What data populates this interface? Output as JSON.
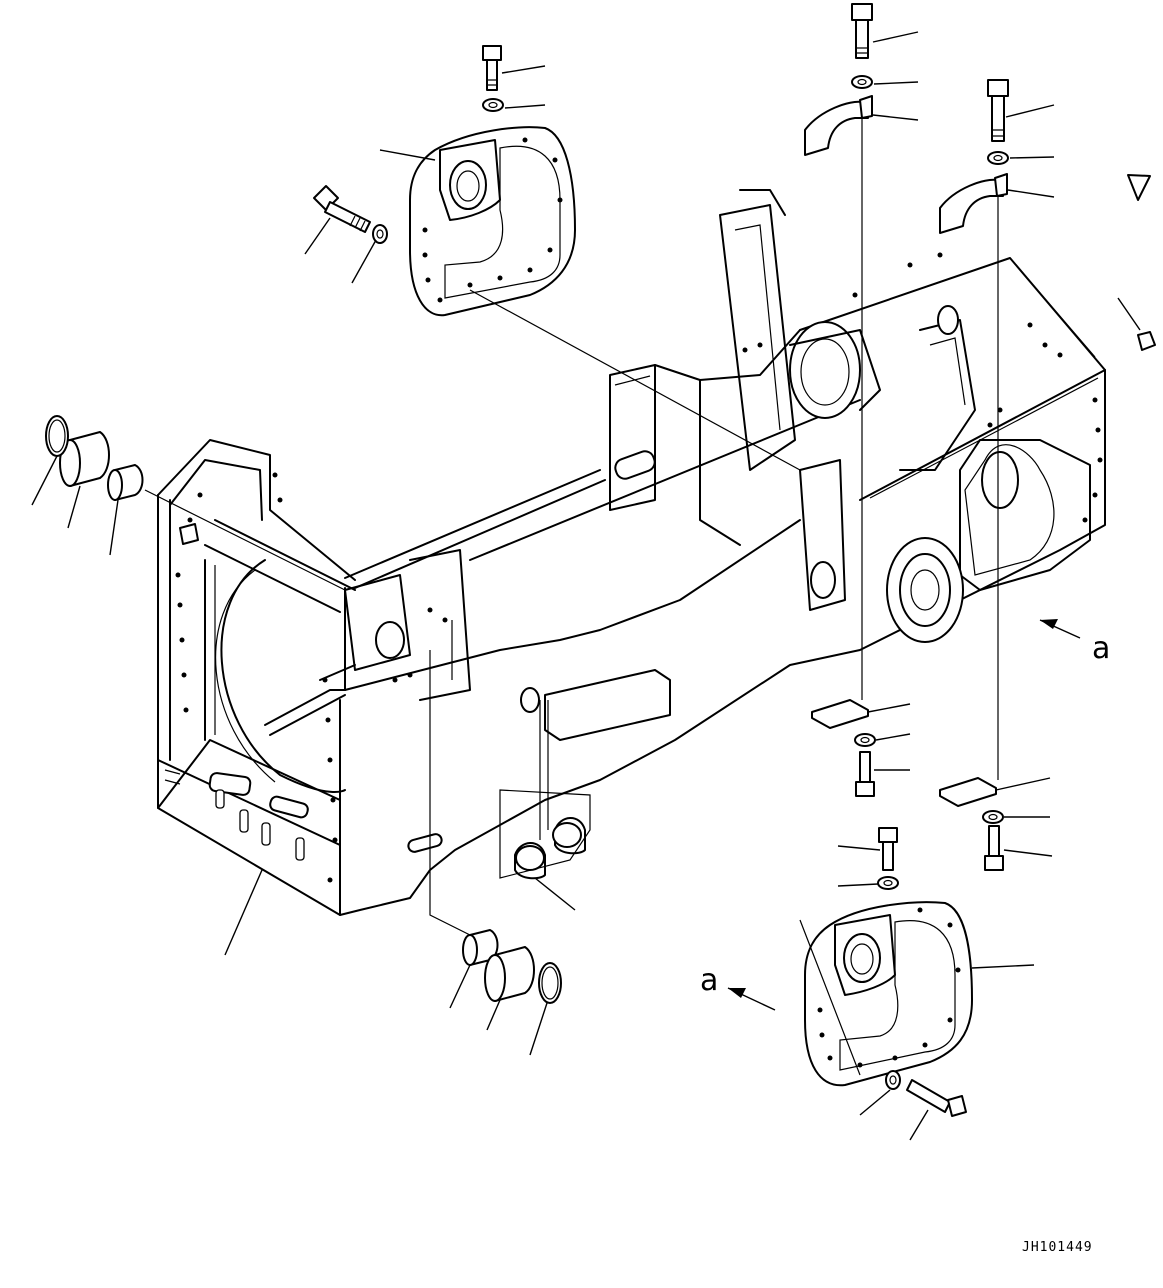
{
  "diagram": {
    "drawing_id": "JH101449",
    "view_callouts": [
      {
        "id": "view-a-right",
        "label": "a"
      },
      {
        "id": "view-a-lower",
        "label": "a"
      }
    ],
    "parts": [
      "rear-frame",
      "left-axle-bracket",
      "right-axle-bracket",
      "lock-clamps",
      "bushings",
      "snap-rings",
      "cover-plates",
      "mounting-bolts",
      "washers",
      "pin-caps"
    ]
  }
}
